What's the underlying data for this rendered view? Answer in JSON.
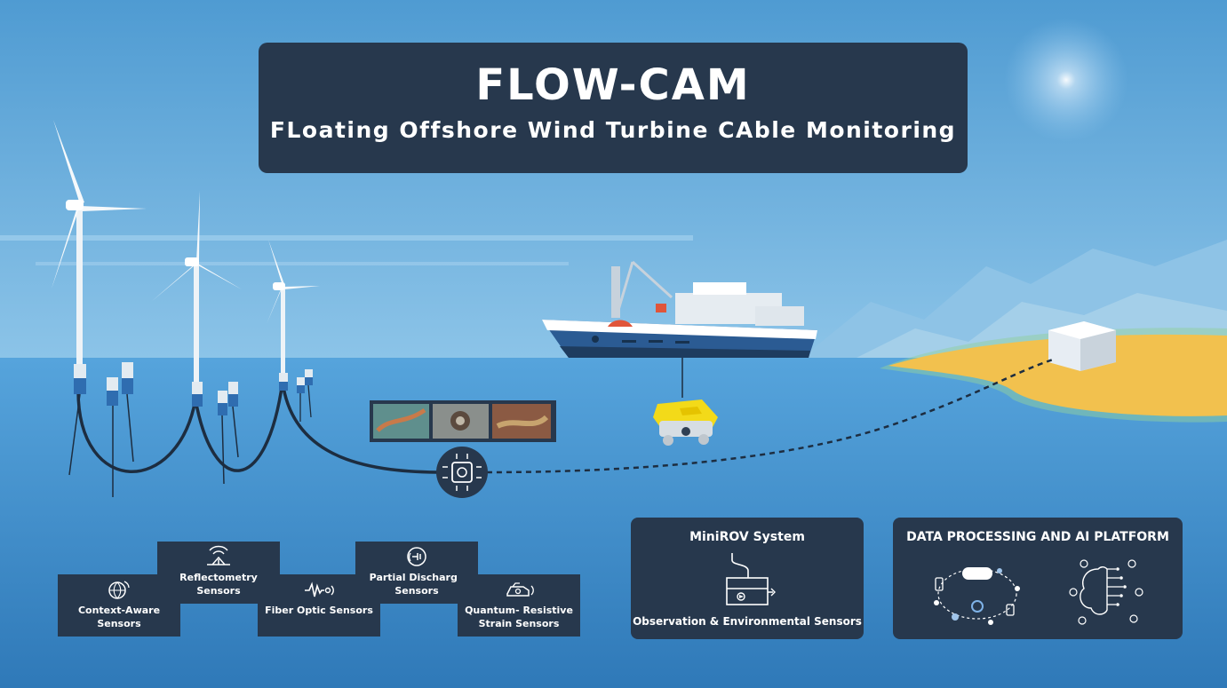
{
  "title": {
    "main": "FLOW-CAM",
    "subtitle": "FLoating Offshore Wind Turbine CAble Monitoring"
  },
  "sensors": [
    {
      "label": "Context-Aware Sensors",
      "icon": "globe-signal-icon"
    },
    {
      "label": "Reflectometry Sensors",
      "icon": "antenna-icon"
    },
    {
      "label": "Fiber Optic Sensors",
      "icon": "pulse-wave-icon"
    },
    {
      "label": "Partial Discharge Sensors",
      "icon": "plug-signal-icon"
    },
    {
      "label": "Quantum- Resistive Strain Sensors",
      "icon": "strain-gauge-icon"
    }
  ],
  "minirov": {
    "title": "MiniROV System",
    "subtitle": "Observation & Environmental Sensors",
    "icon": "rov-icon"
  },
  "platform": {
    "title": "DATA PROCESSING AND AI PLATFORM",
    "icons": [
      "network-icon",
      "ai-brain-icon"
    ]
  },
  "colors": {
    "panel": "#27384d",
    "sky": "#5fa6d6",
    "sea": "#3a86c6",
    "cable": "#1d2d40",
    "sand": "#f2c14e"
  }
}
